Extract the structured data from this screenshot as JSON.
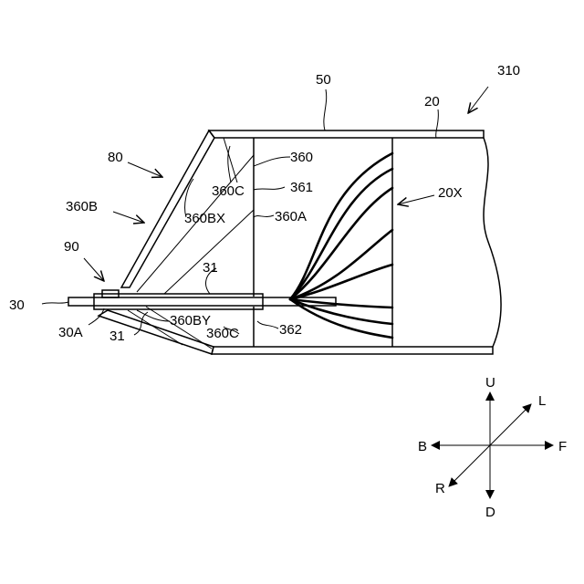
{
  "labels": {
    "ref_310": "310",
    "ref_50": "50",
    "ref_20": "20",
    "ref_80": "80",
    "ref_360": "360",
    "ref_360C_top": "360C",
    "ref_361": "361",
    "ref_20X": "20X",
    "ref_360B": "360B",
    "ref_360BX": "360BX",
    "ref_360A": "360A",
    "ref_90": "90",
    "ref_31_upper": "31",
    "ref_30": "30",
    "ref_360BY": "360BY",
    "ref_30A": "30A",
    "ref_31_lower": "31",
    "ref_360C_bottom": "360C",
    "ref_362": "362"
  },
  "directions": {
    "up": "U",
    "down": "D",
    "front": "F",
    "back": "B",
    "left": "L",
    "right": "R"
  }
}
